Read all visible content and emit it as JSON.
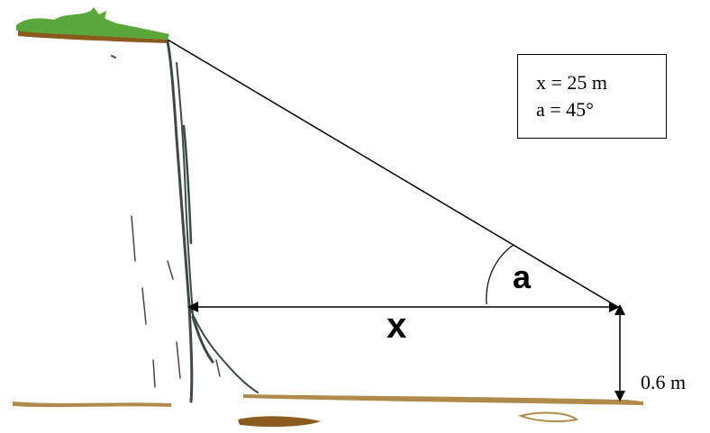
{
  "given": {
    "line1": "x = 25 m",
    "line2": "a = 45°"
  },
  "labels": {
    "angle": "a",
    "distance": "x",
    "height": "0.6 m"
  },
  "colors": {
    "grass": "#5aa83c",
    "earth": "#8a5a1e",
    "ground": "#b08a4a",
    "cliff_shade": "#3d4a44",
    "line": "#000000"
  }
}
